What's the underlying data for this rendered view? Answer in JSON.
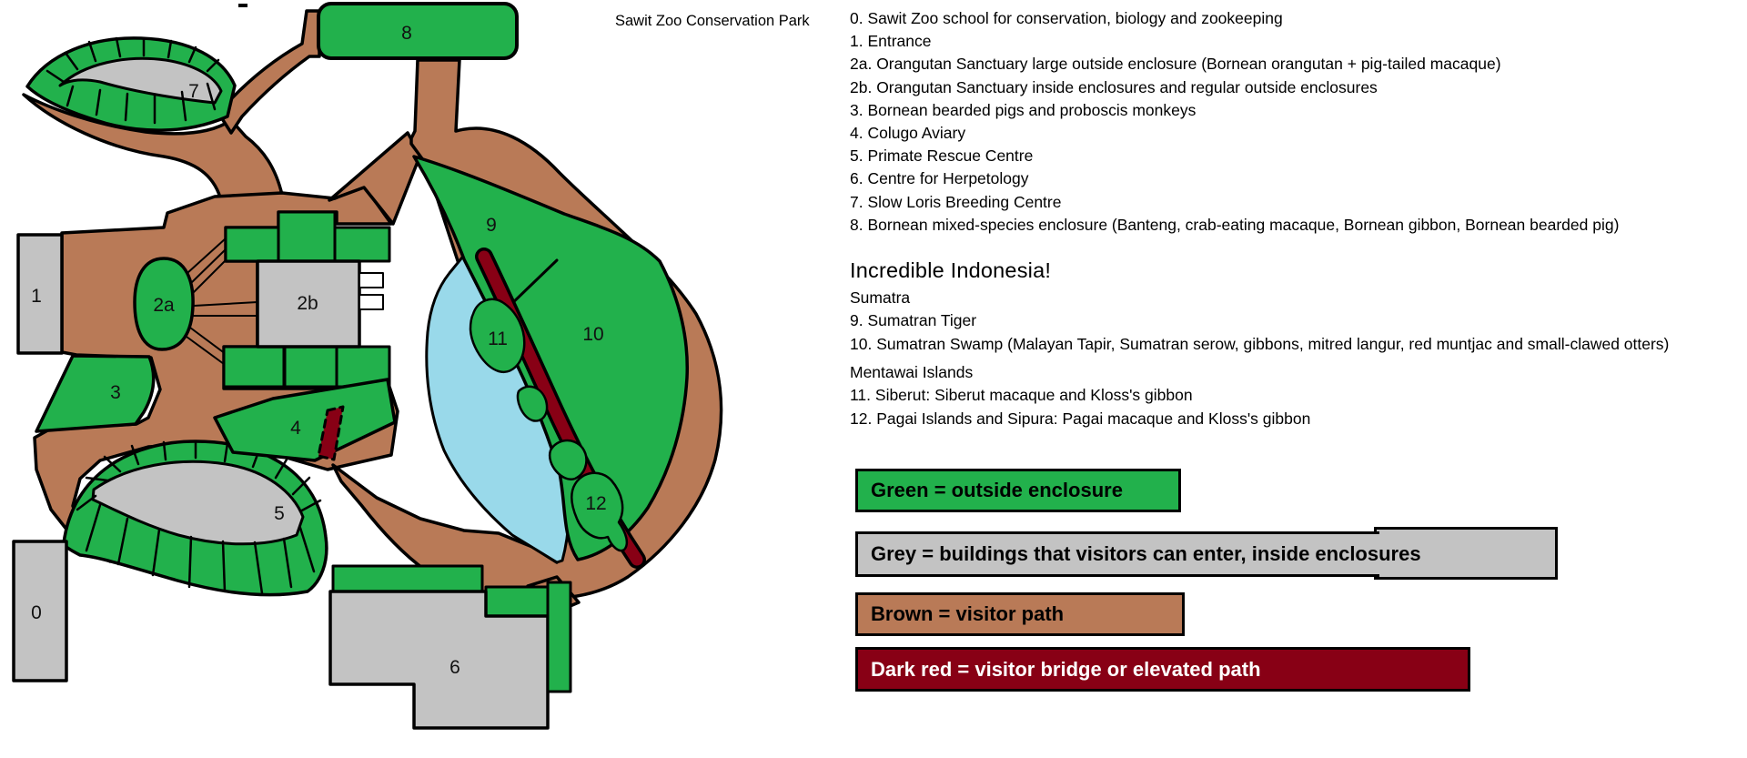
{
  "title": "Sawit Zoo Conservation Park",
  "key": {
    "items": [
      "0. Sawit Zoo school for conservation, biology and zookeeping",
      "1. Entrance",
      "2a. Orangutan Sanctuary large outside enclosure (Bornean orangutan + pig-tailed macaque)",
      "2b. Orangutan Sanctuary inside enclosures and regular outside enclosures",
      "3. Bornean bearded pigs and proboscis monkeys",
      "4. Colugo Aviary",
      "5. Primate Rescue Centre",
      "6. Centre for Herpetology",
      "7. Slow Loris Breeding Centre",
      "8. Bornean mixed-species enclosure (Banteng, crab-eating macaque, Bornean gibbon, Bornean bearded pig)"
    ],
    "section_heading": "Incredible Indonesia!",
    "subsections": [
      {
        "heading": "Sumatra",
        "items": [
          "9. Sumatran Tiger",
          "10. Sumatran Swamp (Malayan Tapir, Sumatran serow, gibbons, mitred langur, red muntjac and small-clawed otters)"
        ]
      },
      {
        "heading": "Mentawai Islands",
        "items": [
          "11. Siberut: Siberut macaque and Kloss's gibbon",
          "12. Pagai Islands and Sipura: Pagai macaque and Kloss's gibbon"
        ]
      }
    ]
  },
  "legend": [
    {
      "text": "Green = outside enclosure",
      "fill": "#22B14C",
      "text_color": "#000000"
    },
    {
      "text": "Grey = buildings that visitors can enter, inside enclosures",
      "fill": "#C3C3C3",
      "text_color": "#000000"
    },
    {
      "text": "Brown = visitor path",
      "fill": "#B97A57",
      "text_color": "#000000"
    },
    {
      "text": "Dark red = visitor bridge or elevated path",
      "fill": "#880015",
      "text_color": "#FFFFFF"
    }
  ],
  "map": {
    "labels": {
      "n0": "0",
      "n1": "1",
      "n2a": "2a",
      "n2b": "2b",
      "n3": "3",
      "n4": "4",
      "n5": "5",
      "n6": "6",
      "n7": "7",
      "n8": "8",
      "n9": "9",
      "n10": "10",
      "n11": "11",
      "n12": "12"
    },
    "colors": {
      "outside_enclosure": "#22B14C",
      "building": "#C3C3C3",
      "visitor_path": "#B97A57",
      "bridge_elevated_path": "#880015",
      "water": "#99D9EA",
      "outline": "#000000"
    }
  }
}
